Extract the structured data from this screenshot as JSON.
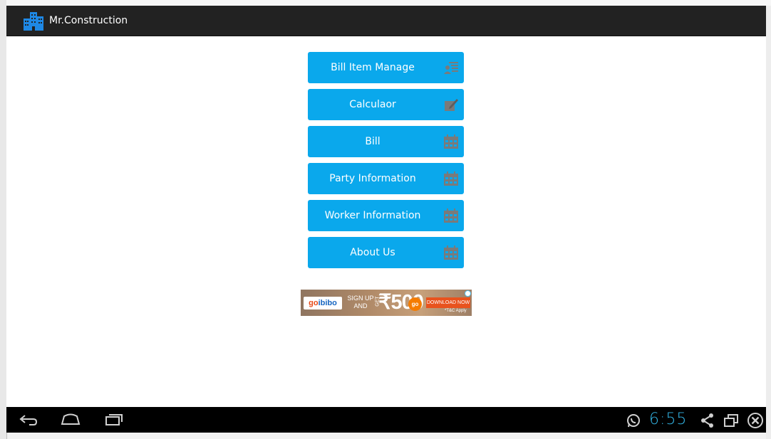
{
  "app": {
    "title": "Mr.Construction",
    "icon": "buildings-icon",
    "accent_color": "#0aa8ec",
    "action_bar_color": "#222222"
  },
  "menu": {
    "items": [
      {
        "label": "Bill Item Manage",
        "icon": "user-list-icon"
      },
      {
        "label": "Calculaor",
        "icon": "edit-note-icon"
      },
      {
        "label": "Bill",
        "icon": "calendar-icon"
      },
      {
        "label": "Party Information",
        "icon": "calendar-icon"
      },
      {
        "label": "Worker Information",
        "icon": "calendar-icon"
      },
      {
        "label": "About Us",
        "icon": "calendar-icon"
      }
    ]
  },
  "ad": {
    "brand_a": "go",
    "brand_b": "ibibo",
    "line1": "SIGN UP",
    "line2": "AND",
    "get": "GET",
    "amount": "₹500",
    "go_badge": "go",
    "cta": "DOWNLOAD NOW",
    "tnc": "*T&C Apply"
  },
  "system_bar": {
    "time": "6:55",
    "buttons": [
      "back-icon",
      "home-icon",
      "recents-icon"
    ],
    "status_icons": [
      "whatsapp-icon",
      "share-icon",
      "window-icon",
      "close-icon"
    ]
  }
}
